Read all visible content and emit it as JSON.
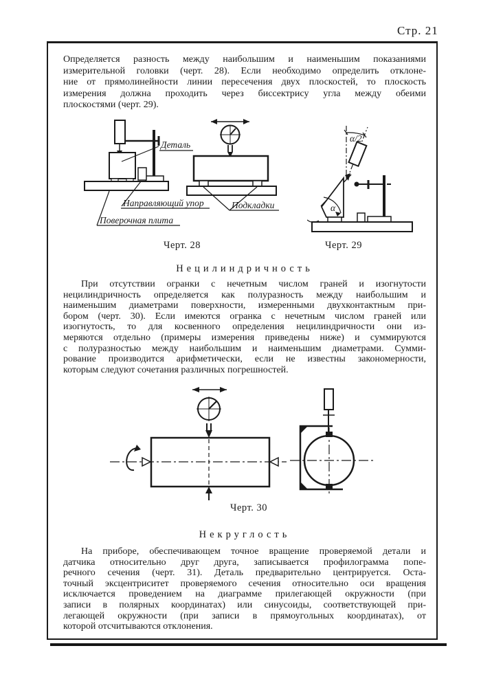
{
  "page": {
    "number_label": "Стр. 21"
  },
  "colors": {
    "ink": "#1a1a1a",
    "paper": "#ffffff"
  },
  "paragraphs": {
    "p1": {
      "lines": [
        "Определяется разность между наибольшим и наименьшим показаниями",
        "измерительной головки (черт. 28). Если необходимо определить отклоне-",
        "ние от прямолинейности линии пересечения двух плоскостей, то плоскость",
        "измерения должна проходить через биссектрису угла между обеими",
        "плоскостями (черт. 29)."
      ]
    },
    "p2": {
      "lines": [
        "При отсутствии огранки с нечетным числом граней и изогнутости",
        "нецилиндричность определяется как полуразность между наибольшим и",
        "наименьшим диаметрами поверхности, измеренными двухконтактным при-",
        "бором (черт. 30). Если имеются огранка с нечетным числом граней или",
        "изогнутость, то для косвенного определения нецилиндричности они из-",
        "меряются отдельно (примеры измерения приведены ниже) и суммируются",
        "с полуразностью между наибольшим и наименьшим диаметрами. Сумми-",
        "рование производится арифметически, если не известны закономерности,",
        "которым следуют сочетания различных погрешностей."
      ]
    },
    "p3": {
      "lines": [
        "На приборе, обеспечивающем точное вращение проверяемой детали и",
        "датчика относительно друг друга, записывается профилограмма попе-",
        "речного сечения (черт. 31). Деталь предварительно центрируется. Оста-",
        "точный эксцентриситет проверяемого сечения относительно оси вращения",
        "исключается проведением на диаграмме прилегающей окружности (при",
        "записи в полярных координатах) или синусоиды, соответствующей при-",
        "легающей окружности (при записи в прямоугольных координатах), от",
        "которой отсчитываются отклонения."
      ]
    }
  },
  "headings": {
    "noncylindricity": "Нецилиндричность",
    "outofroundness": "Некруглость"
  },
  "figures": {
    "fig28": {
      "caption": "Черт. 28",
      "labels": {
        "detail": "Деталь",
        "guide_stop": "Направляющий упор",
        "pads": "Подкладки",
        "surface_plate": "Поверочная плита"
      }
    },
    "fig29": {
      "caption": "Черт. 29",
      "labels": {
        "half_angle": "α/2",
        "angle": "α"
      }
    },
    "fig30": {
      "caption": "Черт. 30"
    }
  }
}
